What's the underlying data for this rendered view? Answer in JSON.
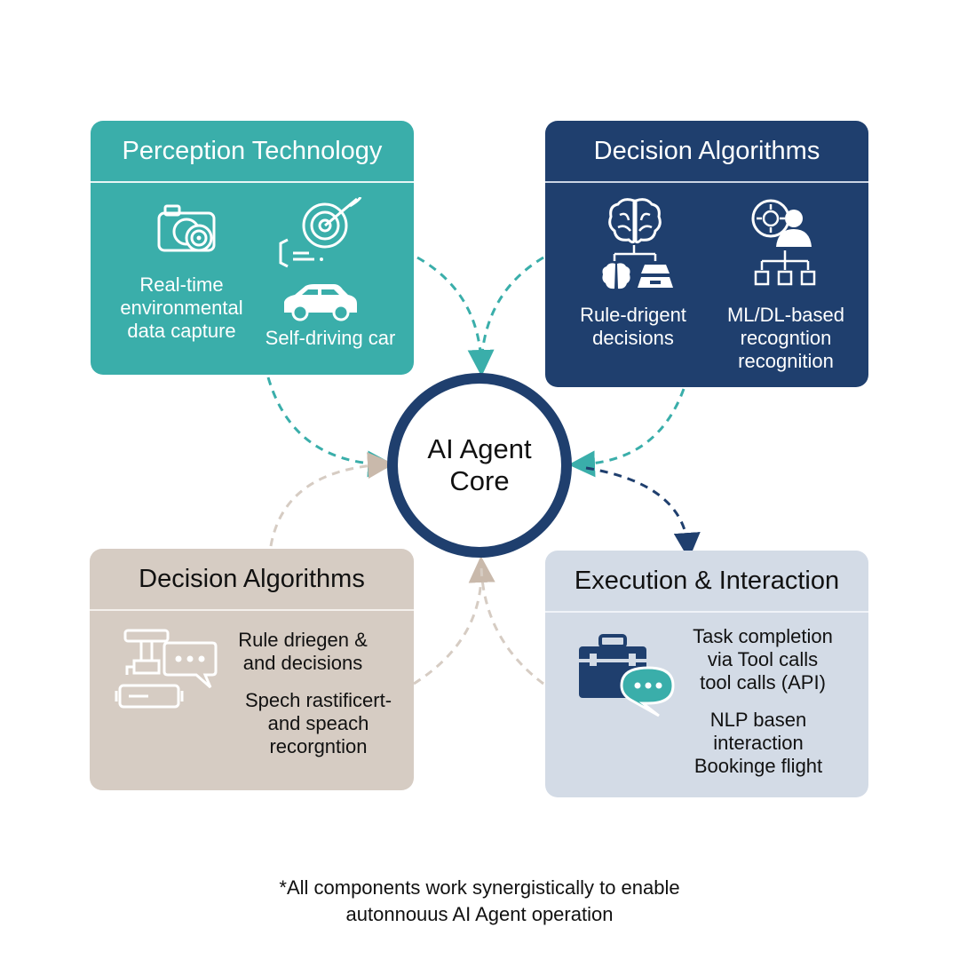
{
  "core": {
    "label": "AI Agent\nCore"
  },
  "panels": {
    "perception": {
      "title": "Perception Technology",
      "items": [
        "Real-time\nenvironmental\ndata capture",
        "Self-driving car"
      ]
    },
    "decision_top": {
      "title": "Decision Algorithms",
      "items": [
        "Rule-drigent\ndecisions",
        "ML/DL-based\nrecogntion\nrecognition"
      ]
    },
    "decision_bottom": {
      "title": "Decision Algorithms",
      "items": [
        "Rule driegen &\nand decisions",
        "Spech rastificert-\nand speach\nrecorgntion"
      ]
    },
    "execution": {
      "title": "Execution & Interaction",
      "items": [
        "Task completion\nvia Tool calls\ntool calls (API)",
        "NLP basen\ninteraction\nBookinge flight"
      ]
    }
  },
  "footnote": "*All components work synergistically to enable\nautonnouus AI Agent operation",
  "colors": {
    "teal": "#3aaeaa",
    "navy": "#1f3f6e",
    "beige": "#d6ccc3",
    "lightblue": "#d3dbe6",
    "core_ring": "#1f3f6e"
  },
  "icons": [
    "camera-icon",
    "radar-icon",
    "car-icon",
    "brain-icon",
    "brain-small-icon",
    "balance-icon",
    "ai-head-icon",
    "hierarchy-icon",
    "robot-arm-icon",
    "chat-bubble-icon",
    "toolbox-icon"
  ]
}
